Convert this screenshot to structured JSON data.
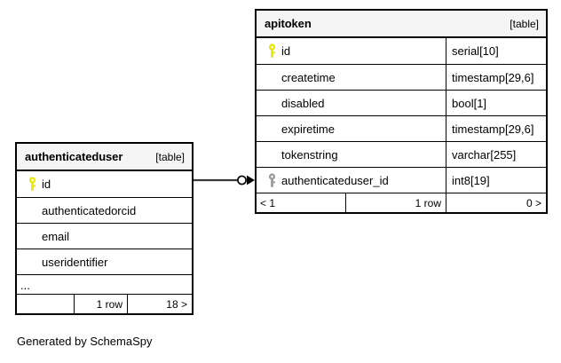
{
  "diagram": {
    "caption": "Generated by SchemaSpy",
    "table_tag": "[table]",
    "icons": {
      "primary_key": "key-icon-primary",
      "foreign_key": "key-icon-foreign"
    },
    "colors": {
      "primary_key": "#e8e800",
      "foreign_key": "#9a9a9a",
      "header_background": "#f5f5f5",
      "border": "#000000",
      "connector": "#3b3b3b",
      "background": "#ffffff"
    }
  },
  "tables": [
    {
      "id": "authenticateduser",
      "name": "authenticateduser",
      "tag": "[table]",
      "has_type_column": false,
      "ellipsis_row": "...",
      "columns": [
        {
          "name": "id",
          "key": "primary",
          "type": ""
        },
        {
          "name": "authenticatedorcid",
          "key": "none",
          "type": ""
        },
        {
          "name": "email",
          "key": "none",
          "type": ""
        },
        {
          "name": "useridentifier",
          "key": "none",
          "type": ""
        }
      ],
      "footer": {
        "left": "",
        "center": "1 row",
        "right": "18 >"
      }
    },
    {
      "id": "apitoken",
      "name": "apitoken",
      "tag": "[table]",
      "has_type_column": true,
      "ellipsis_row": null,
      "columns": [
        {
          "name": "id",
          "key": "primary",
          "type": "serial[10]"
        },
        {
          "name": "createtime",
          "key": "none",
          "type": "timestamp[29,6]"
        },
        {
          "name": "disabled",
          "key": "none",
          "type": "bool[1]"
        },
        {
          "name": "expiretime",
          "key": "none",
          "type": "timestamp[29,6]"
        },
        {
          "name": "tokenstring",
          "key": "none",
          "type": "varchar[255]"
        },
        {
          "name": "authenticateduser_id",
          "key": "foreign",
          "type": "int8[19]"
        }
      ],
      "footer": {
        "left": "< 1",
        "center": "1 row",
        "right": "0 >"
      }
    }
  ],
  "relationships": [
    {
      "from_table": "authenticateduser",
      "from_column": "id",
      "to_table": "apitoken",
      "to_column": "authenticateduser_id",
      "from_cardinality": "one",
      "to_cardinality": "zero-or-more"
    }
  ]
}
